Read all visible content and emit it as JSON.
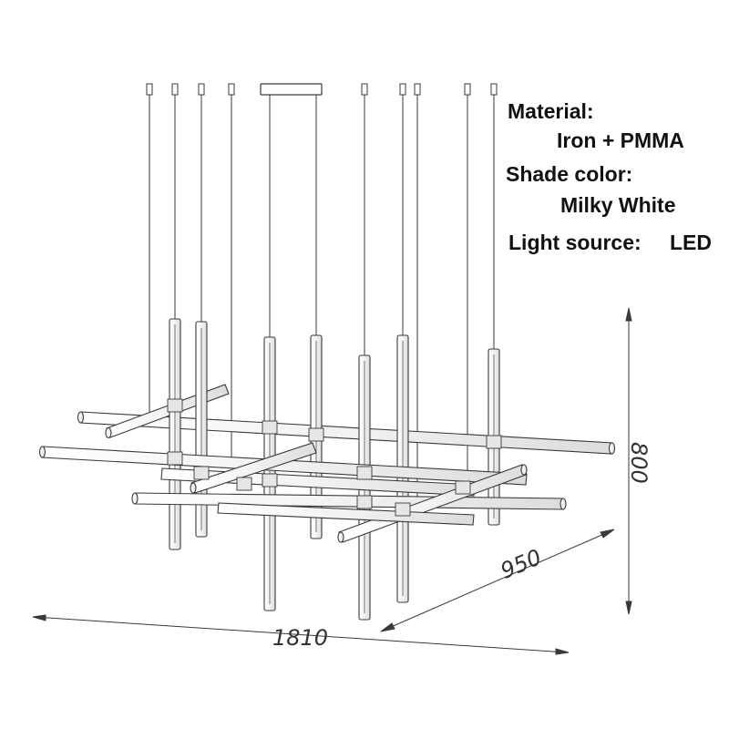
{
  "specs": {
    "material_label": "Material:",
    "material_value": "Iron + PMMA",
    "shade_label": "Shade color:",
    "shade_value": "Milky White",
    "source_label": "Light source:",
    "source_value": "LED"
  },
  "dimensions": {
    "length": "1810",
    "depth": "950",
    "height": "800"
  },
  "colors": {
    "line": "#3a3a3a",
    "text": "#111111"
  }
}
